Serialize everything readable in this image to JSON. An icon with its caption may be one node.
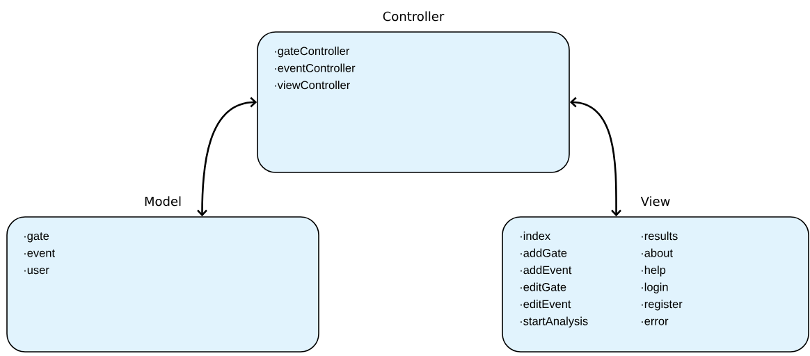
{
  "diagram": {
    "nodes": [
      {
        "text": [
          "Controller",
          "·gateController",
          "·eventController",
          "·viewController"
        ]
      },
      {
        "text": [
          "Model",
          "·gate",
          "·event",
          "·user"
        ]
      },
      {
        "text": [
          "View",
          "·index",
          "·addGate",
          "·addEvent",
          "·editGate",
          "·editEvent",
          "·startAnalysis",
          "·results",
          "·about",
          "·help",
          "·login",
          "·register",
          "·error"
        ]
      }
    ],
    "edges": [
      {
        "from": 1,
        "to": 0,
        "arrow": "both"
      },
      {
        "from": 0,
        "to": 2,
        "arrow": "both"
      }
    ]
  }
}
